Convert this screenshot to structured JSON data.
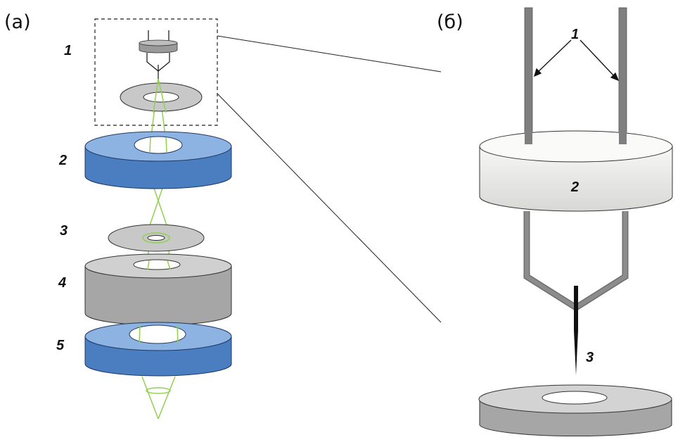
{
  "figure": {
    "panel_a": {
      "label": "(a)",
      "component_labels": [
        "1",
        "2",
        "3",
        "4",
        "5"
      ]
    },
    "panel_b": {
      "label": "(б)",
      "component_labels": [
        "1",
        "2",
        "3"
      ]
    },
    "colors": {
      "blue_top": "#8DB3E2",
      "blue_side": "#4A7EC1",
      "gray_top": "#D0D0D0",
      "gray_side": "#A6A6A6",
      "beam": "#92D050",
      "rod": "#7F7F7F",
      "white_disk": "#F2F2F0"
    }
  }
}
